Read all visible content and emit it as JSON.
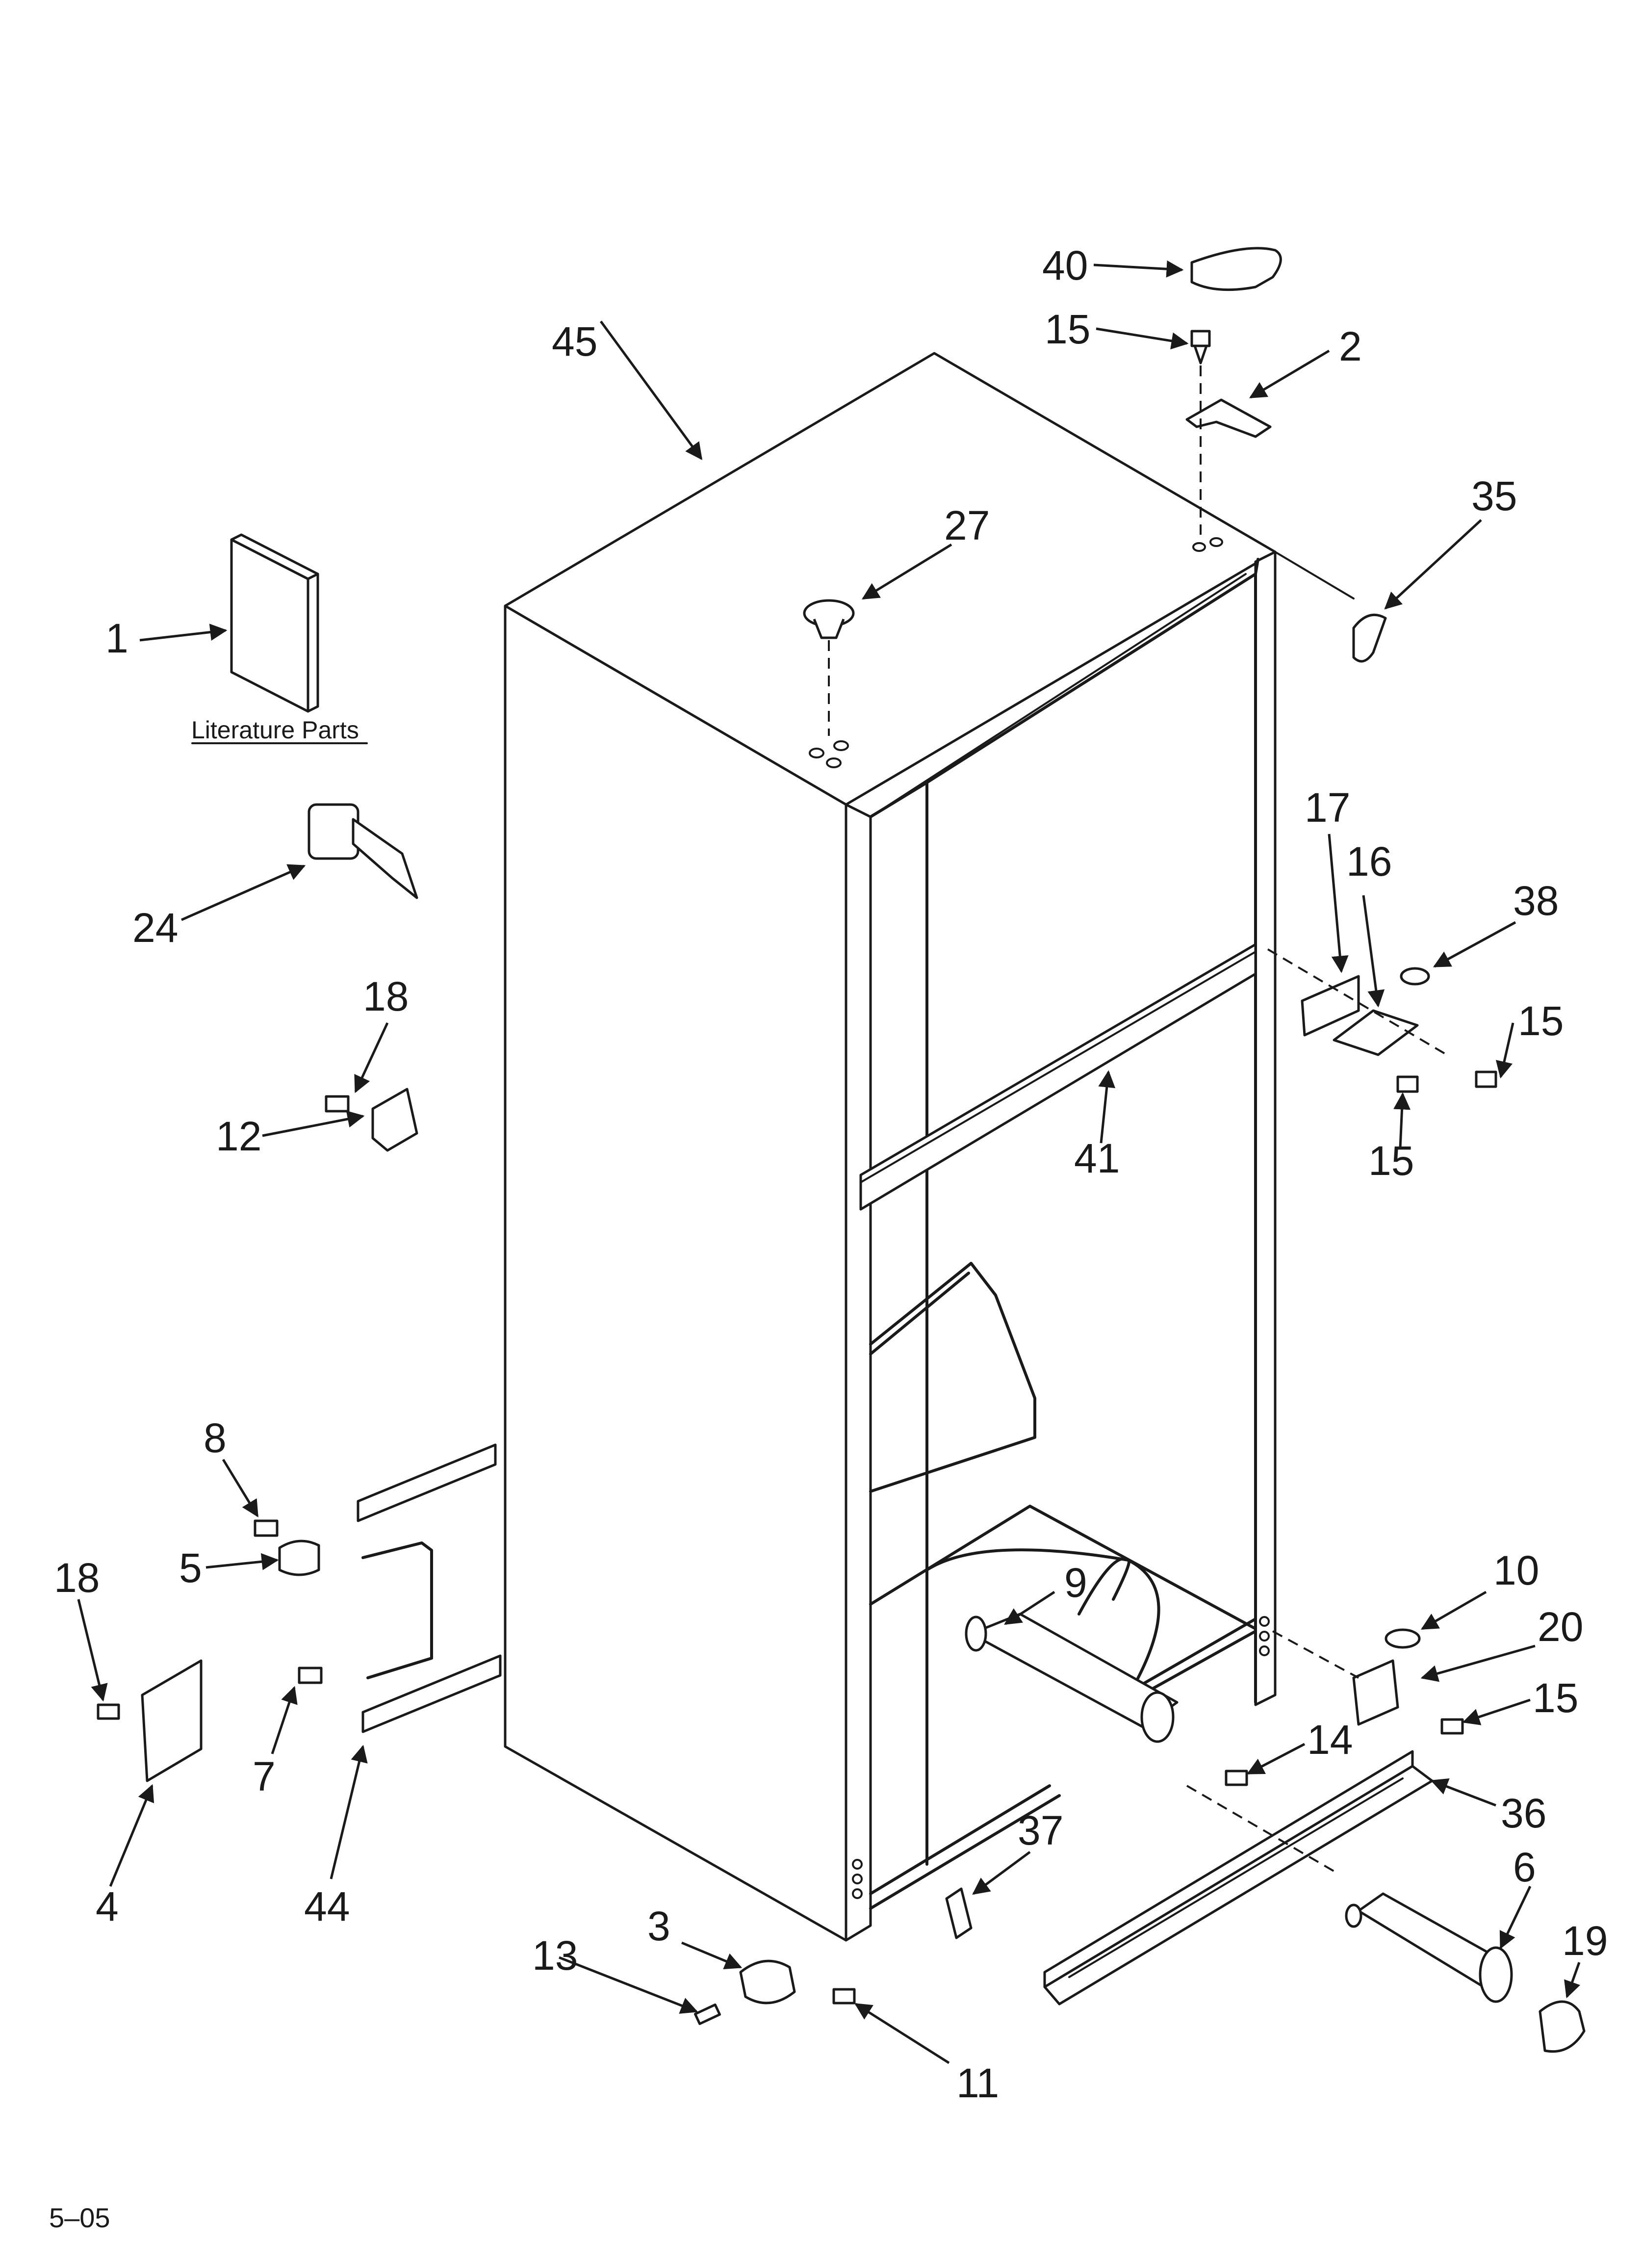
{
  "diagram": {
    "literature_label": "Literature Parts",
    "date_code": "5–05",
    "callouts": [
      {
        "id": "c40",
        "number": "40"
      },
      {
        "id": "c15a",
        "number": "15"
      },
      {
        "id": "c2",
        "number": "2"
      },
      {
        "id": "c45",
        "number": "45"
      },
      {
        "id": "c35",
        "number": "35"
      },
      {
        "id": "c27",
        "number": "27"
      },
      {
        "id": "c1",
        "number": "1"
      },
      {
        "id": "c24",
        "number": "24"
      },
      {
        "id": "c17",
        "number": "17"
      },
      {
        "id": "c16",
        "number": "16"
      },
      {
        "id": "c38",
        "number": "38"
      },
      {
        "id": "c15b",
        "number": "15"
      },
      {
        "id": "c15c",
        "number": "15"
      },
      {
        "id": "c41",
        "number": "41"
      },
      {
        "id": "c18a",
        "number": "18"
      },
      {
        "id": "c12",
        "number": "12"
      },
      {
        "id": "c8",
        "number": "8"
      },
      {
        "id": "c5",
        "number": "5"
      },
      {
        "id": "c18b",
        "number": "18"
      },
      {
        "id": "c7",
        "number": "7"
      },
      {
        "id": "c4",
        "number": "4"
      },
      {
        "id": "c44",
        "number": "44"
      },
      {
        "id": "c9",
        "number": "9"
      },
      {
        "id": "c10",
        "number": "10"
      },
      {
        "id": "c20",
        "number": "20"
      },
      {
        "id": "c15d",
        "number": "15"
      },
      {
        "id": "c14",
        "number": "14"
      },
      {
        "id": "c36",
        "number": "36"
      },
      {
        "id": "c37",
        "number": "37"
      },
      {
        "id": "c6",
        "number": "6"
      },
      {
        "id": "c19",
        "number": "19"
      },
      {
        "id": "c3",
        "number": "3"
      },
      {
        "id": "c13",
        "number": "13"
      },
      {
        "id": "c11",
        "number": "11"
      }
    ]
  }
}
